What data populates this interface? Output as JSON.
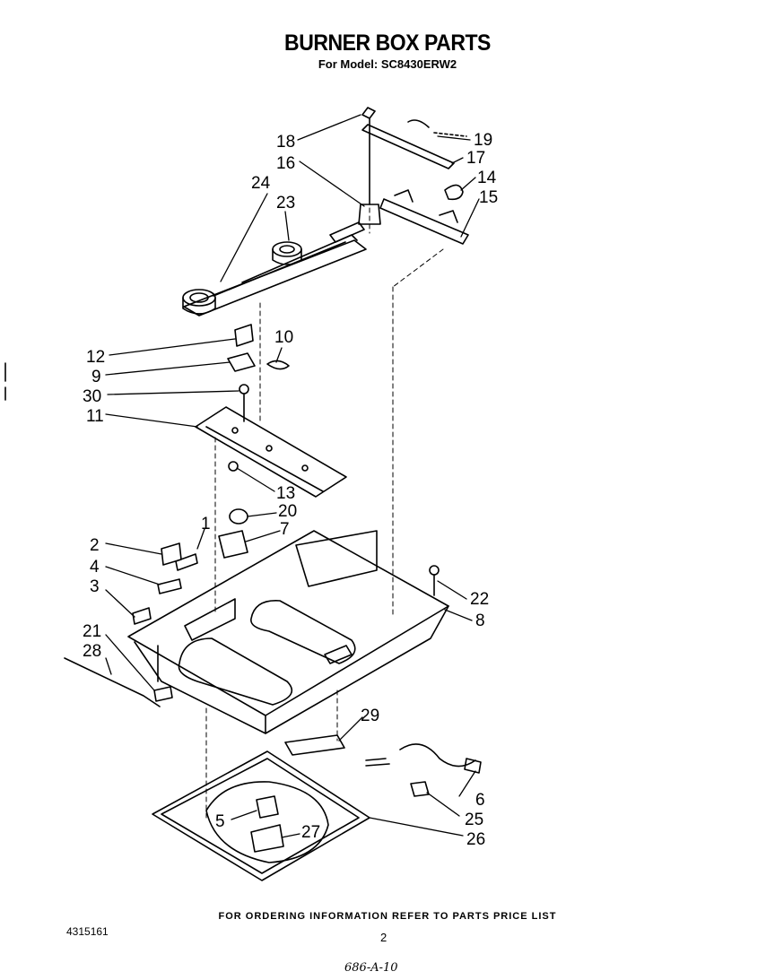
{
  "header": {
    "title": "BURNER BOX PARTS",
    "subtitle": "For Model: SC8430ERW2"
  },
  "callouts": {
    "c1": "1",
    "c2": "2",
    "c3": "3",
    "c4": "4",
    "c5": "5",
    "c6": "6",
    "c7": "7",
    "c8": "8",
    "c9": "9",
    "c10": "10",
    "c11": "11",
    "c12": "12",
    "c13": "13",
    "c14": "14",
    "c15": "15",
    "c16": "16",
    "c17": "17",
    "c18": "18",
    "c19": "19",
    "c20": "20",
    "c21": "21",
    "c22": "22",
    "c23": "23",
    "c24": "24",
    "c25": "25",
    "c26": "26",
    "c27": "27",
    "c28": "28",
    "c29": "29",
    "c30": "30"
  },
  "footer": {
    "ordering_note": "FOR ORDERING INFORMATION REFER TO PARTS PRICE LIST",
    "doc_number": "4315161",
    "page_number": "2",
    "handwritten_note": "686-A-10"
  }
}
